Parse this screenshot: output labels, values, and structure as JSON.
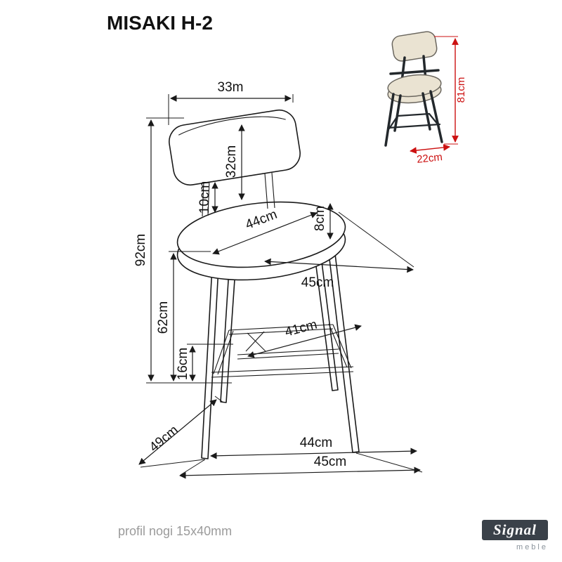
{
  "title": "MISAKI H-2",
  "note": "profil nogi 15x40mm",
  "logo": {
    "brand": "Signal",
    "sub": "meble"
  },
  "colors": {
    "line": "#1a1a1a",
    "dimension_red": "#cc1111",
    "note_gray": "#9b9b9b",
    "upholstery_beige": "#eae3d2",
    "frame_dark": "#23282c",
    "logo_dark": "#3a4149"
  },
  "dims": {
    "back_width": "33m",
    "back_height": "32cm",
    "back_gap": "10cm",
    "total_height": "92cm",
    "seat_height": "62cm",
    "footrest_height": "16cm",
    "seat_width": "44cm",
    "seat_thickness": "8cm",
    "seat_depth": "45cm",
    "footrest_width": "41cm",
    "depth": "49cm",
    "legs_span": "44cm",
    "base_width": "45cm",
    "thumb_height": "81cm",
    "thumb_depth": "22cm"
  }
}
